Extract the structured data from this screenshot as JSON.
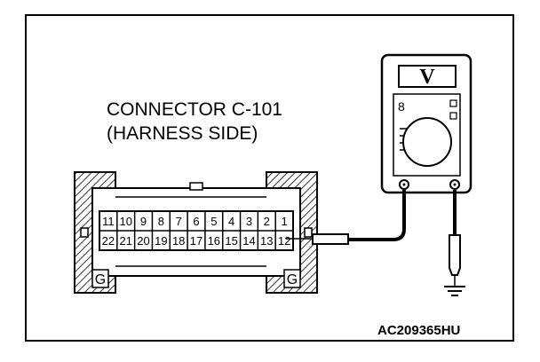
{
  "connector": {
    "title_line1": "CONNECTOR C-101",
    "title_line2": "(HARNESS SIDE)",
    "top_row": [
      "11",
      "10",
      "9",
      "8",
      "7",
      "6",
      "5",
      "4",
      "3",
      "2",
      "1"
    ],
    "bottom_row": [
      "22",
      "21",
      "20",
      "19",
      "18",
      "17",
      "16",
      "15",
      "14",
      "13",
      "12"
    ],
    "ground_left": "G",
    "ground_right": "G"
  },
  "meter": {
    "display": "V",
    "mode_label": "8"
  },
  "figure_code": "AC209365HU"
}
